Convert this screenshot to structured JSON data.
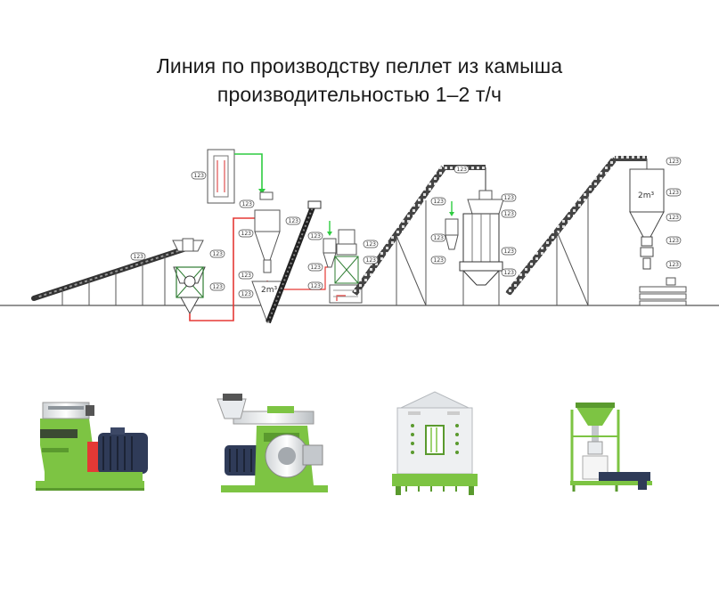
{
  "title": {
    "line1": "Линия по производству пеллет из камыша",
    "line2": "производительностью 1–2 т/ч"
  },
  "diagram": {
    "callout_text": "123",
    "bin_capacity_label_1": "2m³",
    "bin_capacity_label_2": "2m³"
  },
  "equipment": [
    {
      "name": "hammer-mill"
    },
    {
      "name": "pellet-mill"
    },
    {
      "name": "counterflow-cooler"
    },
    {
      "name": "packing-machine"
    }
  ],
  "colors": {
    "machine_green": "#7dc443",
    "frame_gray": "#666666",
    "pipe_red": "#e53935",
    "air_green": "#2ecc40",
    "motor_blue": "#2f3b58",
    "cooler_white": "#eef0f2"
  }
}
